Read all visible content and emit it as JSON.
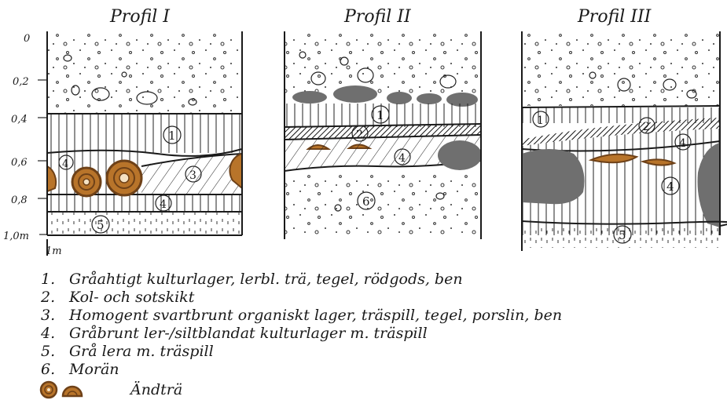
{
  "profiles": [
    {
      "title": "Profil I",
      "layer_tags": [
        "1",
        "3",
        "4",
        "4",
        "5"
      ]
    },
    {
      "title": "Profil II",
      "layer_tags": [
        "1",
        "2",
        "4",
        "6"
      ]
    },
    {
      "title": "Profil III",
      "layer_tags": [
        "1",
        "2",
        "4",
        "4",
        "5"
      ]
    }
  ],
  "depth_axis": {
    "ticks": [
      "0",
      "0,2",
      "0,4",
      "0,6",
      "0,8",
      "1,0m"
    ],
    "scale_label": "1m"
  },
  "legend": [
    {
      "num": "1.",
      "text": "Gråahtigt kulturlager, lerbl. trä, tegel, rödgods, ben"
    },
    {
      "num": "2.",
      "text": "Kol- och sotskikt"
    },
    {
      "num": "3.",
      "text": "Homogent svartbrunt organiskt lager, träspill, tegel, porslin, ben"
    },
    {
      "num": "4.",
      "text": "Gråbrunt ler-/siltblandat kulturlager m. träspill"
    },
    {
      "num": "5.",
      "text": "Grå lera m. träspill"
    },
    {
      "num": "6.",
      "text": "Morän"
    }
  ],
  "wood_legend": {
    "text": "Ändträ",
    "icons": [
      "end-grain-log-icon",
      "split-log-icon"
    ]
  },
  "colors": {
    "ink": "#1a1a1a",
    "wood": "#b8742a",
    "wood_dark": "#6e4118",
    "stone": "#6f6f6f"
  }
}
